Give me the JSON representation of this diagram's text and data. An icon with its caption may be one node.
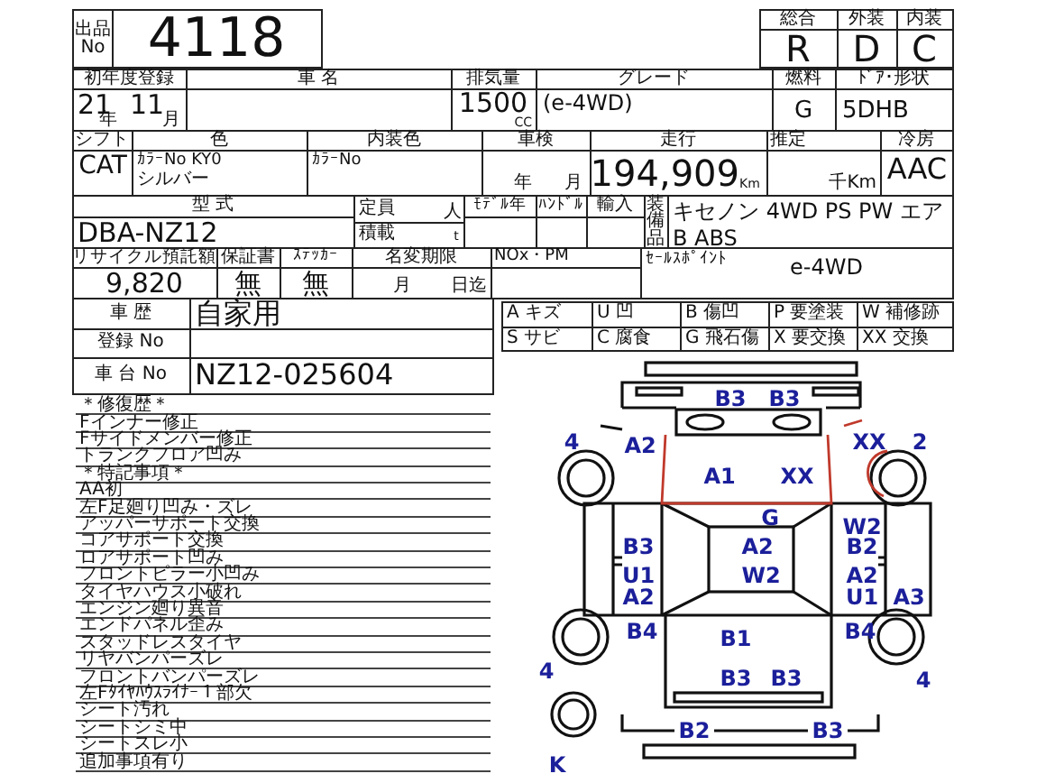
{
  "diagram": {
    "labels": [
      "出品No",
      "4118",
      "総合",
      "外装",
      "内装",
      "R",
      "D",
      "C",
      "初年度登録",
      "車 名",
      "排気量",
      "グレード",
      "燃料",
      "ﾄﾞｱ･形状",
      "21",
      "年",
      "11",
      "月",
      "1500",
      "CC",
      "(e-4WD)",
      "G",
      "5DHB",
      "シフト",
      "色",
      "内装色",
      "車検",
      "走行",
      "推定",
      "冷房",
      "CAT",
      "ｶﾗｰNo KY0",
      "シルバー",
      "ｶﾗｰNo",
      "年",
      "月",
      "194,909",
      "Km",
      "千Km",
      "AAC",
      "型 式",
      "定員",
      "人",
      "ﾓﾃﾞﾙ年",
      "ﾊﾝﾄﾞﾙ",
      "輸入",
      "装備品",
      "キセノン 4WD PS PW エアB ABS",
      "DBA-NZ12",
      "積載",
      "t",
      "リサイクル預託額",
      "保証書",
      "ｽﾃｯｶｰ",
      "名変期限",
      "NOx・PM",
      "ｾｰﾙｽﾎﾟｲﾝﾄ",
      "e-4WD",
      "9,820",
      "無",
      "無",
      "月",
      "日迄",
      "車 歴",
      "自家用",
      "登録 No",
      "車 台 No",
      "NZ12-025604",
      "A キズ",
      "U 凹",
      "B 傷凹",
      "P 要塗装",
      "W 補修跡",
      "S サビ",
      "C 腐食",
      "G 飛石傷",
      "X 要交換",
      "XX 交換",
      "＊修復歴＊",
      "Fインナー修正",
      "Fサイドメンバー修正",
      "トランクフロア凹み",
      "＊特記事項＊",
      "AA初",
      "左F足廻り凹み・ズレ",
      "アッパーサポート交換",
      "コアサポート交換",
      "ロアサポート凹み",
      "フロントピラー小凹み",
      "タイヤハウス小破れ",
      "エンジン廻り異音",
      "エンドパネル歪み",
      "スタッドレスタイヤ",
      "リヤバンパーズレ",
      "フロントバンパーズレ",
      "左Fﾀｲﾔﾊｳｽﾗｲﾅｰ１部欠",
      "シート汚れ",
      "シートシミ中",
      "シートスレ小",
      "追加事項有り",
      "B3",
      "B3",
      "4",
      "A2",
      "XX",
      "2",
      "A1",
      "XX",
      "G",
      "W2",
      "B3",
      "A2",
      "B2",
      "U1",
      "W2",
      "A2",
      "A2",
      "U1",
      "A3",
      "B4",
      "B1",
      "B4",
      "4",
      "B3",
      "B3",
      "4",
      "B2",
      "B3",
      "K"
    ]
  }
}
